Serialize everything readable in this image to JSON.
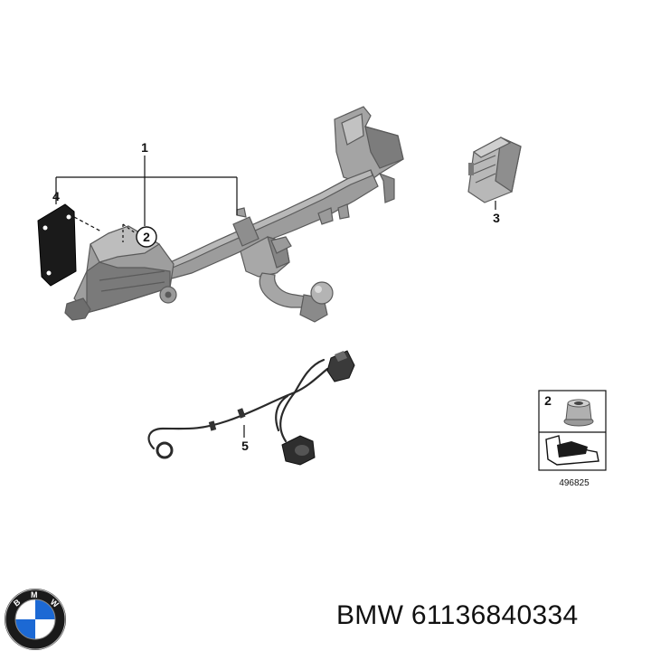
{
  "diagram": {
    "callouts": {
      "c1": "1",
      "c2": "2",
      "c3": "3",
      "c4": "4",
      "c5": "5",
      "legend_num": "2"
    },
    "legend_ref": "496825"
  },
  "caption": {
    "brand": "BMW",
    "part_number": "61136840334"
  },
  "colors": {
    "part_fill": "#9a9a9a",
    "part_dark": "#6e6e6e",
    "part_light": "#c4c4c4",
    "plate_fill": "#1a1a1a",
    "logo_blue": "#1c69d4"
  },
  "icons": [
    "bmw-logo-icon"
  ]
}
